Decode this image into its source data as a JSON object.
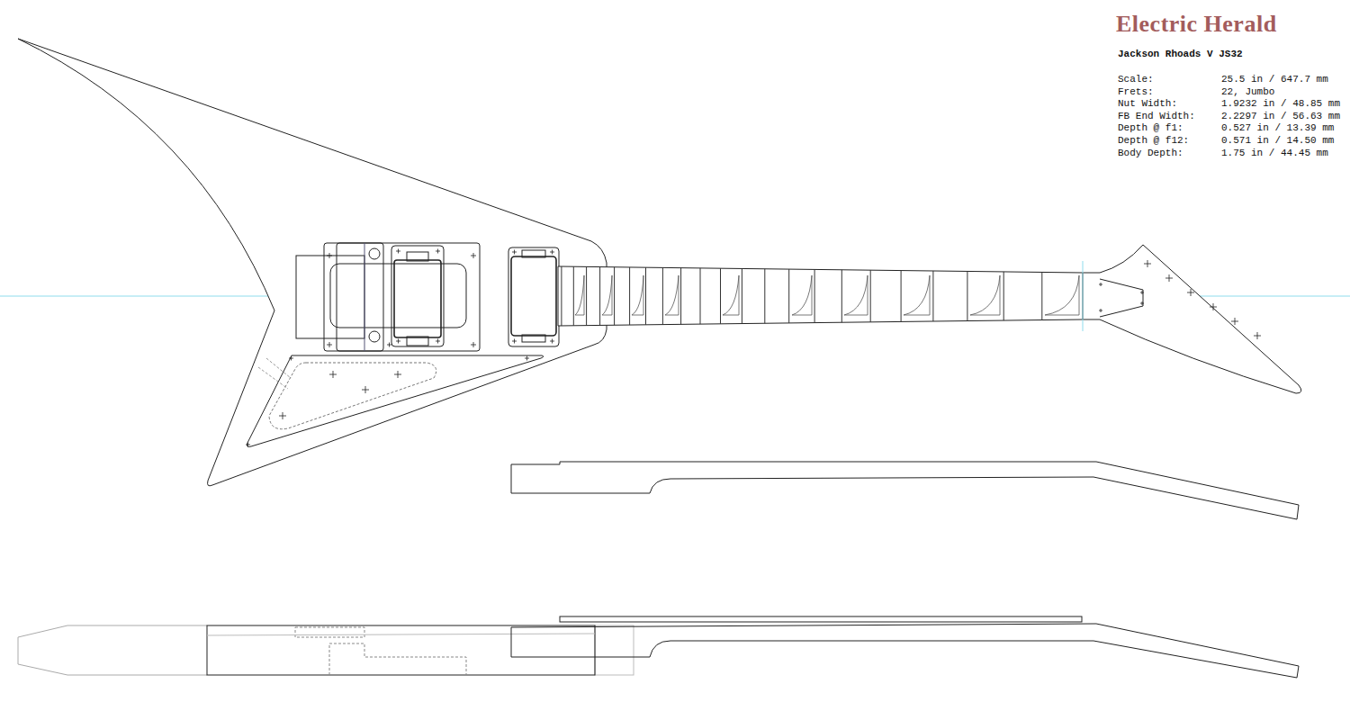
{
  "diagram": {
    "title": "Electric Herald",
    "labels": [
      "Jackson Rhoads V JS32",
      "Scale:",
      "25.5 in / 647.7 mm",
      "Frets:",
      "22, Jumbo",
      "Nut Width:",
      "1.9232 in / 48.85 mm",
      "FB End Width:",
      "2.2297 in / 56.63 mm",
      "Depth @ f1:",
      "0.527 in / 13.39 mm",
      "Depth @ f12:",
      "0.571 in / 14.50 mm",
      "Body Depth:",
      "1.75 in / 44.45 mm"
    ]
  }
}
